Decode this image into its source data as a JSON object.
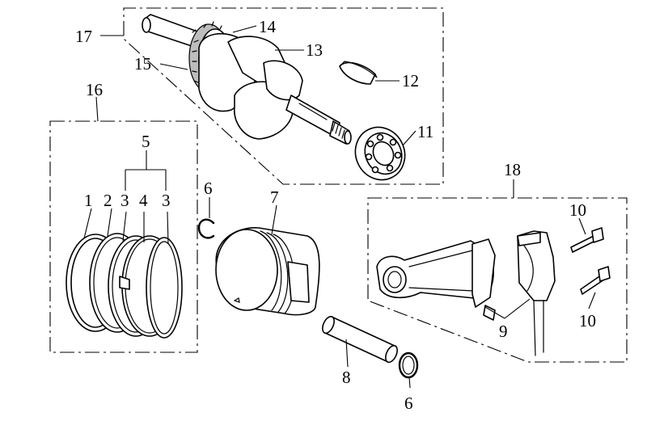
{
  "callouts": {
    "n1": "1",
    "n2": "2",
    "n3a": "3",
    "n3b": "3",
    "n4": "4",
    "n5": "5",
    "n6a": "6",
    "n6b": "6",
    "n7": "7",
    "n8": "8",
    "n9": "9",
    "n10a": "10",
    "n10b": "10",
    "n11": "11",
    "n12": "12",
    "n13": "13",
    "n14": "14",
    "n15": "15",
    "n16": "16",
    "n17": "17",
    "n18": "18"
  },
  "parts": [
    "piston-ring-1",
    "piston-ring-2",
    "piston-ring-3",
    "piston-ring-4",
    "ring-set-5",
    "circlip-6",
    "piston-7",
    "piston-pin-8",
    "connecting-rod-9",
    "rod-bolt-10",
    "bearing-11",
    "woodruff-key-12",
    "crankshaft-13",
    "gear-14",
    "crank-pin-15",
    "ring-kit-16",
    "crankshaft-assy-17",
    "connecting-rod-assy-18"
  ]
}
